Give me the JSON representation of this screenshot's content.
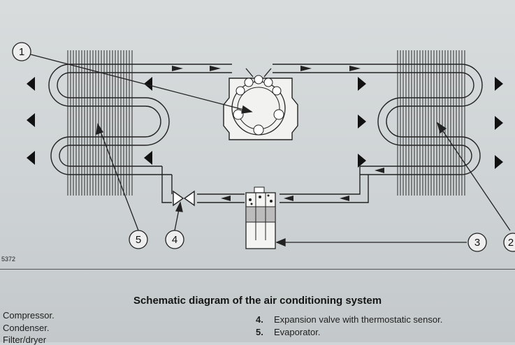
{
  "figure_number": "5372",
  "caption": "Schematic diagram of the air conditioning system",
  "callouts": [
    "1",
    "2",
    "3",
    "4",
    "5"
  ],
  "legend": [
    {
      "number": "",
      "text": "Compressor."
    },
    {
      "number": "",
      "text": "Condenser."
    },
    {
      "number": "",
      "text": "Filter/dryer"
    },
    {
      "number": "4.",
      "text": "Expansion valve with thermostatic sensor."
    },
    {
      "number": "5.",
      "text": "Evaporator."
    }
  ]
}
